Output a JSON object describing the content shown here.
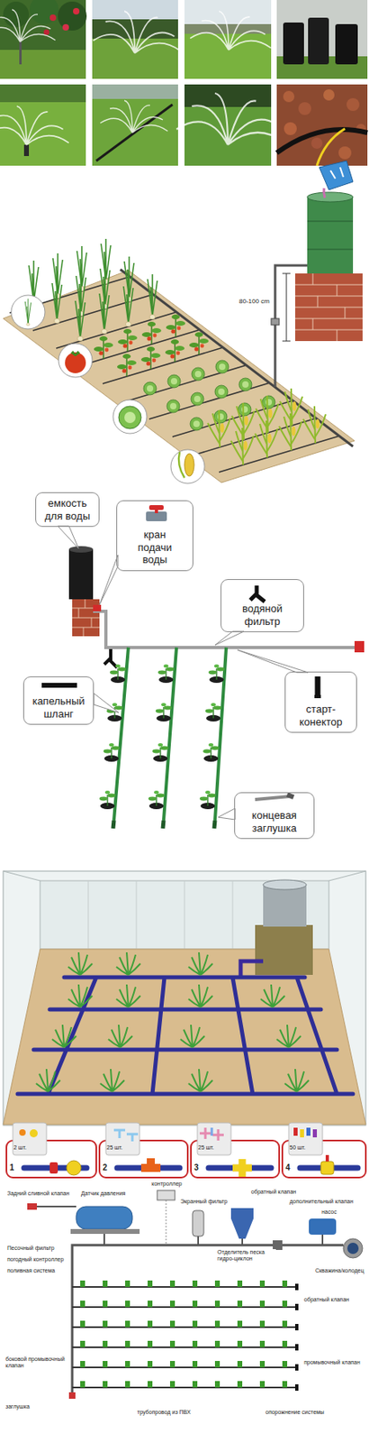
{
  "diagram": {
    "nodes": [
      {
        "text": [
          "емкость для воды"
        ]
      },
      {
        "text": [
          "кран подачи воды"
        ]
      },
      {
        "text": [
          "водяной фильтр"
        ]
      },
      {
        "text": [
          "старт-конектор"
        ]
      },
      {
        "text": [
          "капельный шланг"
        ]
      },
      {
        "text": [
          "концевая заглушка"
        ]
      }
    ],
    "labels": [
      "80-100 cm",
      "2 шт.",
      "1",
      "25 шт.",
      "2",
      "25 шт.",
      "3",
      "50 шт.",
      "4",
      "контроллер",
      "Задний сливной клапан",
      "Датчик давления",
      "обратный клапан",
      "Экранный фильтр",
      "дополнительный клапан",
      "насос",
      "Песочный фильтр",
      "Отделитель песка гидро-циклон",
      "погодный контроллер",
      "Скважина/колодец",
      "поливная система",
      "обратный клапан",
      "боковой промывочный клапан",
      "промывочный клапан",
      "заглушка",
      "трубопровод из ПВХ",
      "опорожнение системы"
    ]
  }
}
